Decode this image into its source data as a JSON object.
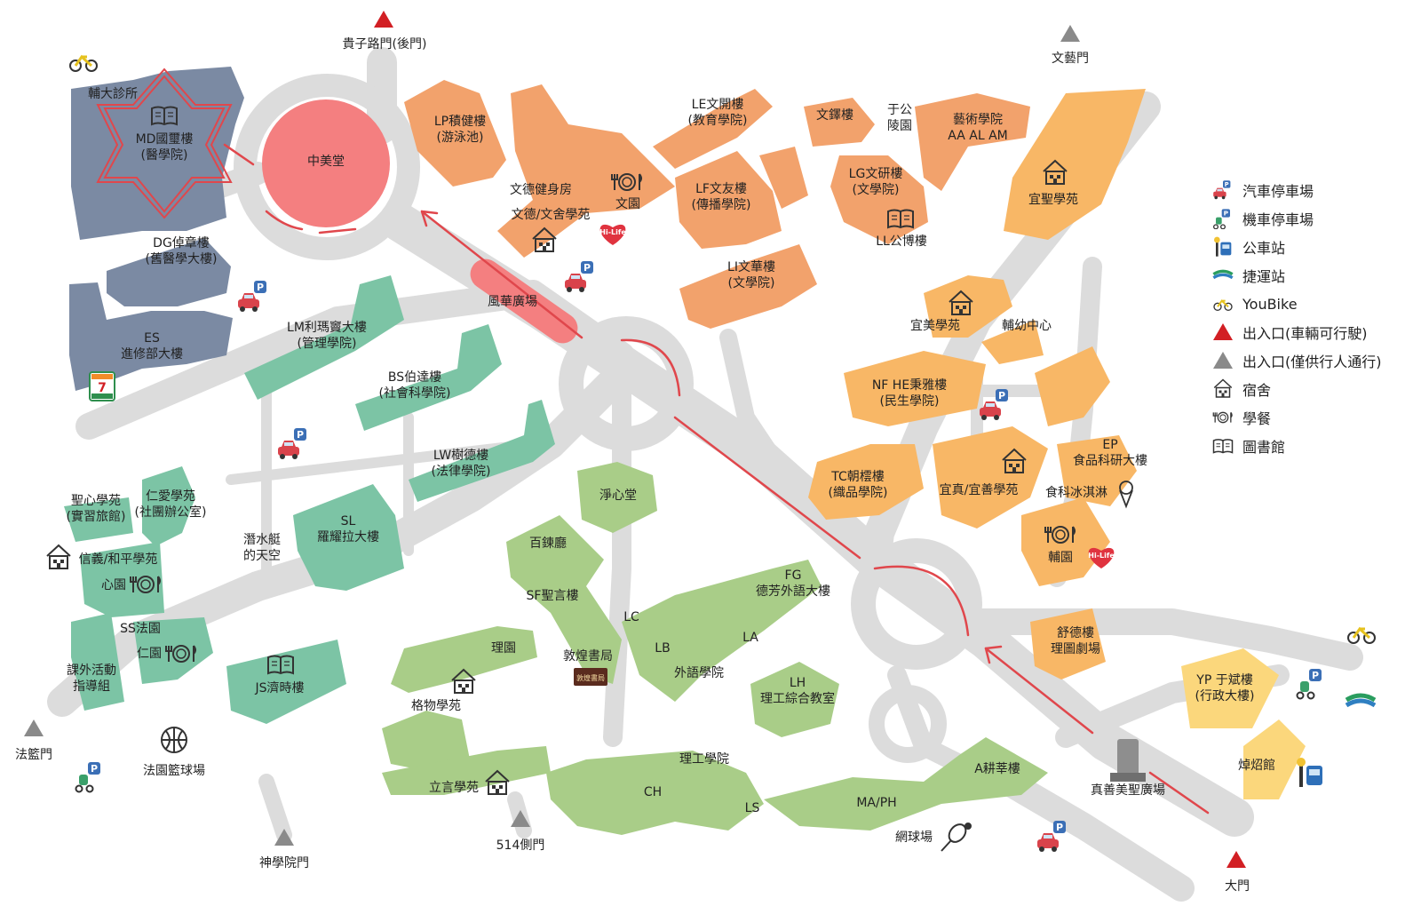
{
  "colors": {
    "road": "#dcdcdc",
    "medicine_blue": "#7b8aa3",
    "law_teal": "#7cc4a5",
    "arts_orange": "#f2a26c",
    "life_yellow": "#f8c46c",
    "science_green": "#a9cd88",
    "hall_red": "#f47f80",
    "route_red": "#e0474c",
    "admin_lightyellow": "#fbd77c"
  },
  "gates": [
    {
      "label": "貴子路門(後門)",
      "type": "vehicle"
    },
    {
      "label": "文藝門",
      "type": "pedestrian"
    },
    {
      "label": "法籃門",
      "type": "pedestrian"
    },
    {
      "label": "神學院門",
      "type": "pedestrian"
    },
    {
      "label": "514側門",
      "type": "pedestrian"
    },
    {
      "label": "大門",
      "type": "vehicle"
    }
  ],
  "buildings": {
    "md": "MD國璽樓\n(醫學院)",
    "clinic": "輔大診所",
    "dg": "DG倬章樓\n(舊醫學大樓)",
    "es": "ES\n進修部大樓",
    "zhongmei": "中美堂",
    "fenghua": "風華廣場",
    "lp": "LP積健樓\n(游泳池)",
    "wende_gym": "文德健身房",
    "wende_dorm": "文德/文舍學苑",
    "wenyuan": "文園",
    "le": "LE文開樓\n(教育學院)",
    "lf": "LF文友樓\n(傳播學院)",
    "wenduo": "文鐸樓",
    "yugong": "于公\n陵園",
    "arts": "藝術學院\nAA AL AM",
    "lg": "LG文研樓\n(文學院)",
    "ll": "LL公博樓",
    "li": "LI文華樓\n(文學院)",
    "yisheng": "宜聖學苑",
    "yimei": "宜美學苑",
    "fuyou": "輔幼中心",
    "nf": "NF HE秉雅樓\n(民生學院)",
    "ep": "EP\n食品科研大樓",
    "tc": "TC朝橒樓\n(織品學院)",
    "yizhen": "宜真/宜善學苑",
    "icecream": "食科冰淇淋",
    "fuyuan": "輔園",
    "shude": "舒德樓\n理圖劇場",
    "yp": "YP 于斌樓\n(行政大樓)",
    "zhuoshao": "焯炤館",
    "zhenshan": "真善美聖廣場",
    "lm": "LM利瑪竇大樓\n(管理學院)",
    "bs": "BS伯達樓\n(社會科學院)",
    "lw": "LW樹德樓\n(法律學院)",
    "jingxin": "淨心堂",
    "shengxin": "聖心學苑\n(實習旅館)",
    "renai": "仁愛學苑\n(社團辦公室)",
    "sl": "SL\n羅耀拉大樓",
    "diving": "潛水艇\n的天空",
    "xinyi": "信義/和平學苑",
    "xinyuan": "心園",
    "ssfayuan": "SS法園",
    "renyuan": "仁園",
    "activity": "課外活動\n指導組",
    "js": "JS濟時樓",
    "basketball": "法園籃球場",
    "bailian": "百鍊廳",
    "sf": "SF聖言樓",
    "liyuan": "理園",
    "gewu": "格物學苑",
    "dunhuang": "敦煌書局",
    "lc": "LC",
    "lb": "LB",
    "la": "LA",
    "waiyu": "外語學院",
    "fg": "FG\n德芳外語大樓",
    "lh": "LH\n理工綜合教室",
    "ligong": "理工學院",
    "ch": "CH",
    "ls": "LS",
    "maph": "MA/PH",
    "agen": "A耕莘樓",
    "tennis": "網球場",
    "liyan": "立言學苑"
  },
  "store_labels": {
    "seven": "7-ELEVEN",
    "hilife": "Hi-Life",
    "dunhuang_sign": "敦煌書局"
  },
  "legend": [
    {
      "icon": "car-parking-icon",
      "label": "汽車停車場"
    },
    {
      "icon": "scooter-parking-icon",
      "label": "機車停車場"
    },
    {
      "icon": "bus-stop-icon",
      "label": "公車站"
    },
    {
      "icon": "mrt-station-icon",
      "label": "捷運站"
    },
    {
      "icon": "youbike-icon",
      "label": "YouBike"
    },
    {
      "icon": "vehicle-gate-icon",
      "label": "出入口(車輛可行駛)"
    },
    {
      "icon": "pedestrian-gate-icon",
      "label": "出入口(僅供行人通行)"
    },
    {
      "icon": "dormitory-icon",
      "label": "宿舍"
    },
    {
      "icon": "restaurant-icon",
      "label": "學餐"
    },
    {
      "icon": "library-icon",
      "label": "圖書館"
    }
  ]
}
